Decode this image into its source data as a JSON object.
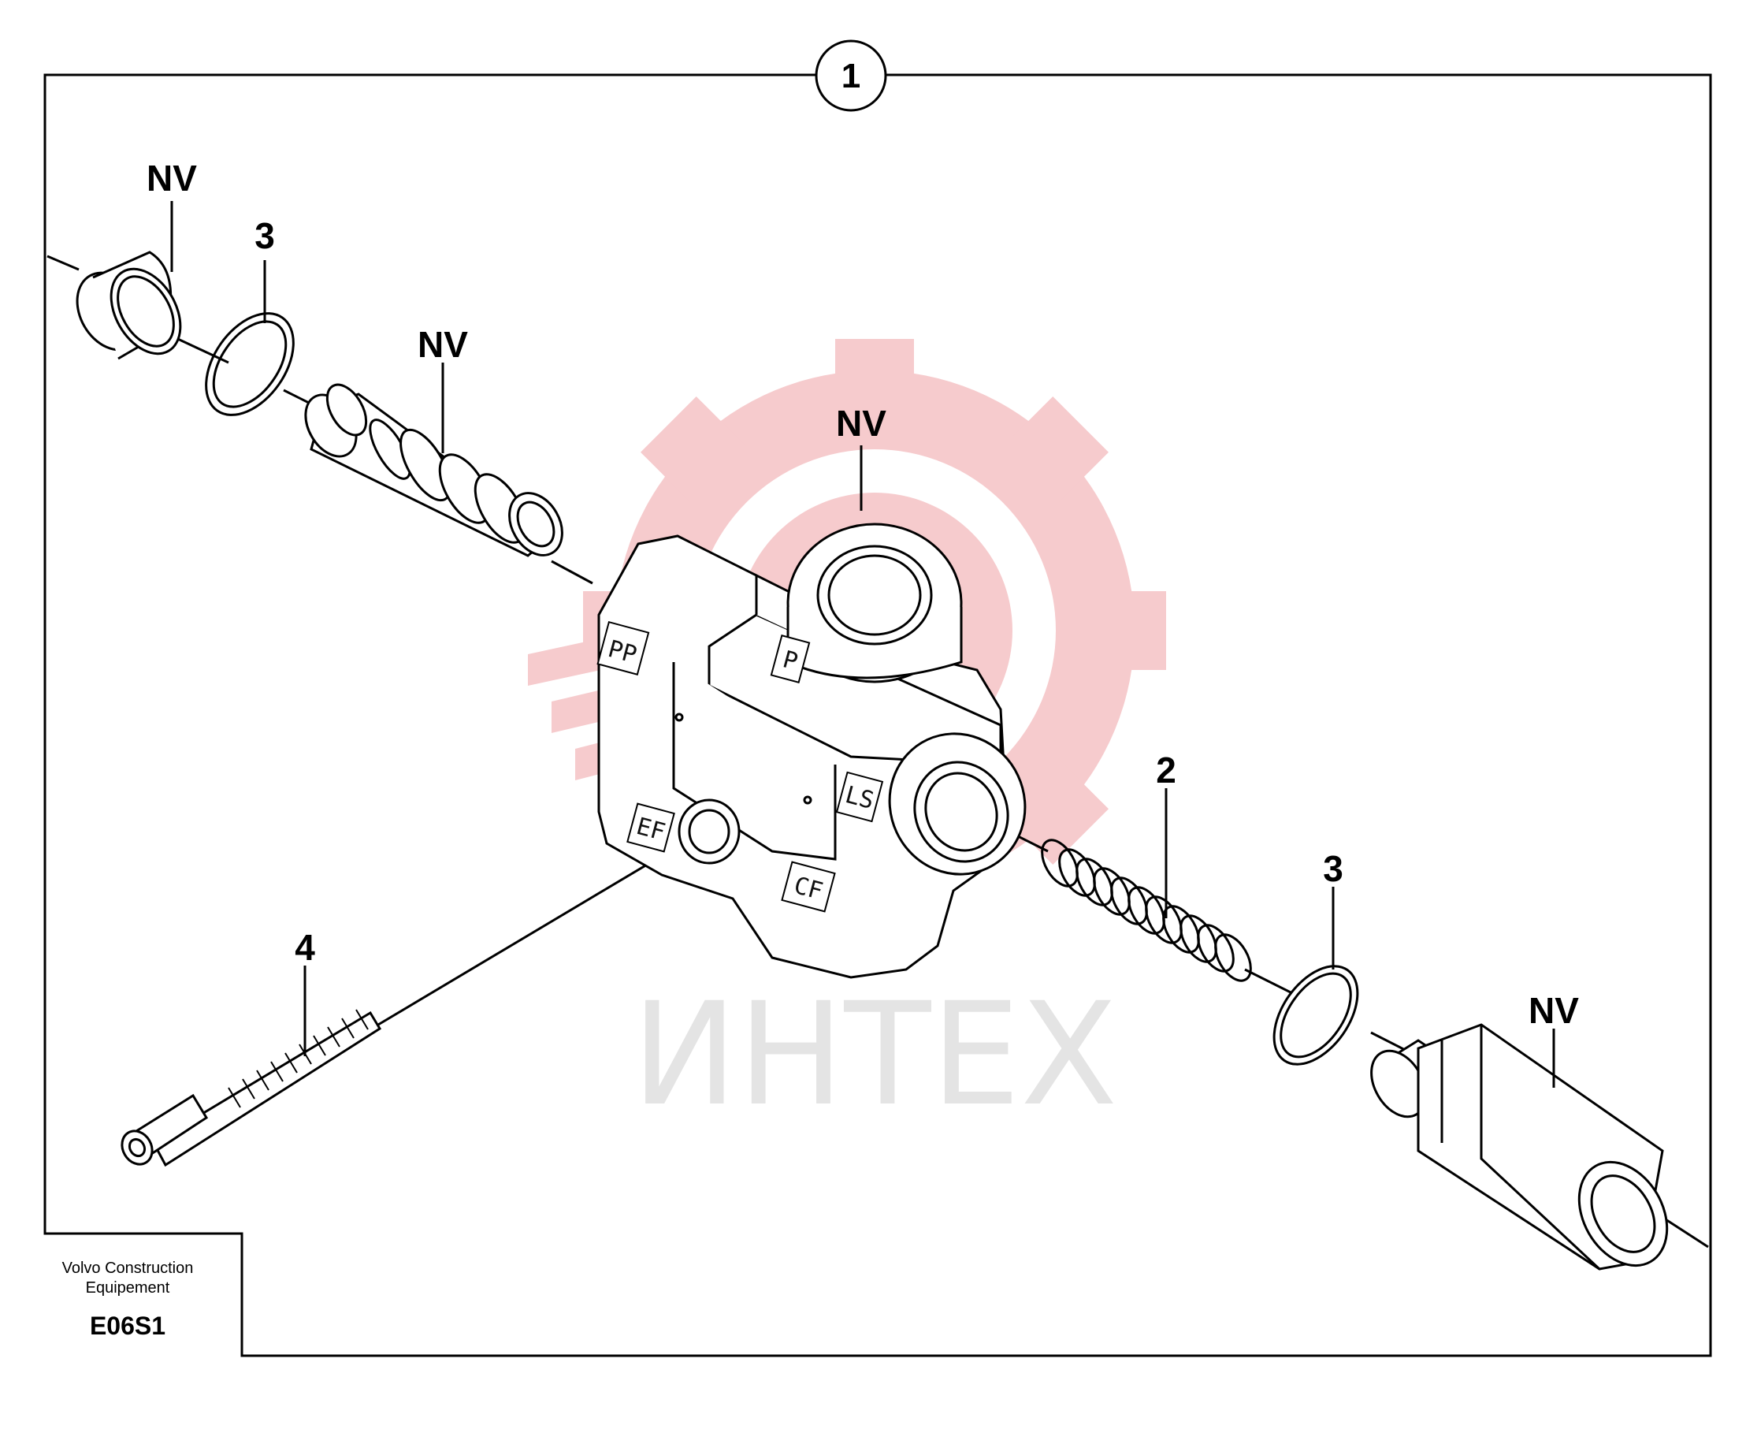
{
  "diagram": {
    "group_number": "1",
    "callouts": {
      "nv_plug": "NV",
      "seal_left": "3",
      "nv_spool": "NV",
      "nv_body": "NV",
      "spring": "2",
      "seal_right": "3",
      "nv_fitting": "NV",
      "screw": "4"
    },
    "ports": [
      "PP",
      "P",
      "LS",
      "EF",
      "CF"
    ],
    "footer": {
      "manufacturer_line1": "Volvo Construction",
      "manufacturer_line2": "Equipement",
      "figure_code": "E06S1"
    },
    "watermark": {
      "text": "ИНТЕХ",
      "logo_color": "#f6c9cb",
      "text_color": "#e4e4e4"
    }
  }
}
